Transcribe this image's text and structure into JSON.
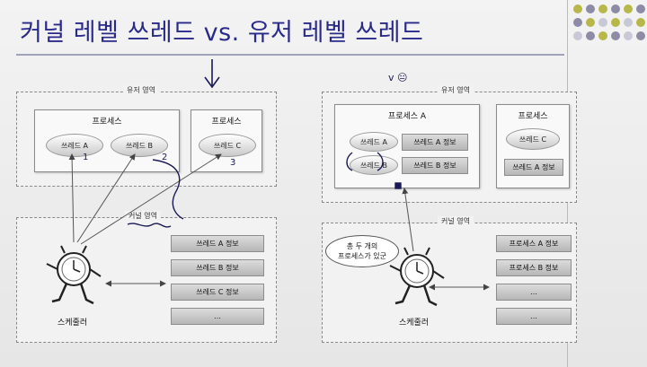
{
  "slide": {
    "title": "커널 레벨 쓰레드 vs. 유저 레벨 쓰레드",
    "accent_colors": [
      "#b8b84a",
      "#8d8ba6",
      "#c8c8d6"
    ]
  },
  "kernel_level": {
    "user_region_label": "유저 영역",
    "kernel_region_label": "커널 영역",
    "process_1": {
      "label": "프로세스",
      "threads": [
        "쓰레드 A",
        "쓰레드 B"
      ]
    },
    "process_2": {
      "label": "프로세스",
      "threads": [
        "쓰레드 C"
      ]
    },
    "info_blocks": [
      "쓰레드 A 정보",
      "쓰레드 B 정보",
      "쓰레드 C 정보",
      "…"
    ],
    "scheduler_label": "스케줄러",
    "annotations": {
      "n1": "1",
      "n2": "2",
      "n3": "3"
    }
  },
  "user_level": {
    "user_region_label": "유저 영역",
    "kernel_region_label": "커널 영역",
    "process_1": {
      "label": "프로세스 A",
      "threads": [
        "쓰레드 A",
        "쓰레드 B"
      ],
      "info": [
        "쓰레드 A 정보",
        "쓰레드 B 정보"
      ]
    },
    "process_2": {
      "label": "프로세스",
      "threads": [
        "쓰레드 C"
      ],
      "info": [
        "쓰레드 A 정보"
      ]
    },
    "info_blocks": [
      "프로세스 A 정보",
      "프로세스 B 정보",
      "…",
      "…"
    ],
    "bubble_line1": "총 두 개의",
    "bubble_line2": "프로세스가 있군",
    "scheduler_label": "스케줄러",
    "annotation_note": "v 😐"
  }
}
